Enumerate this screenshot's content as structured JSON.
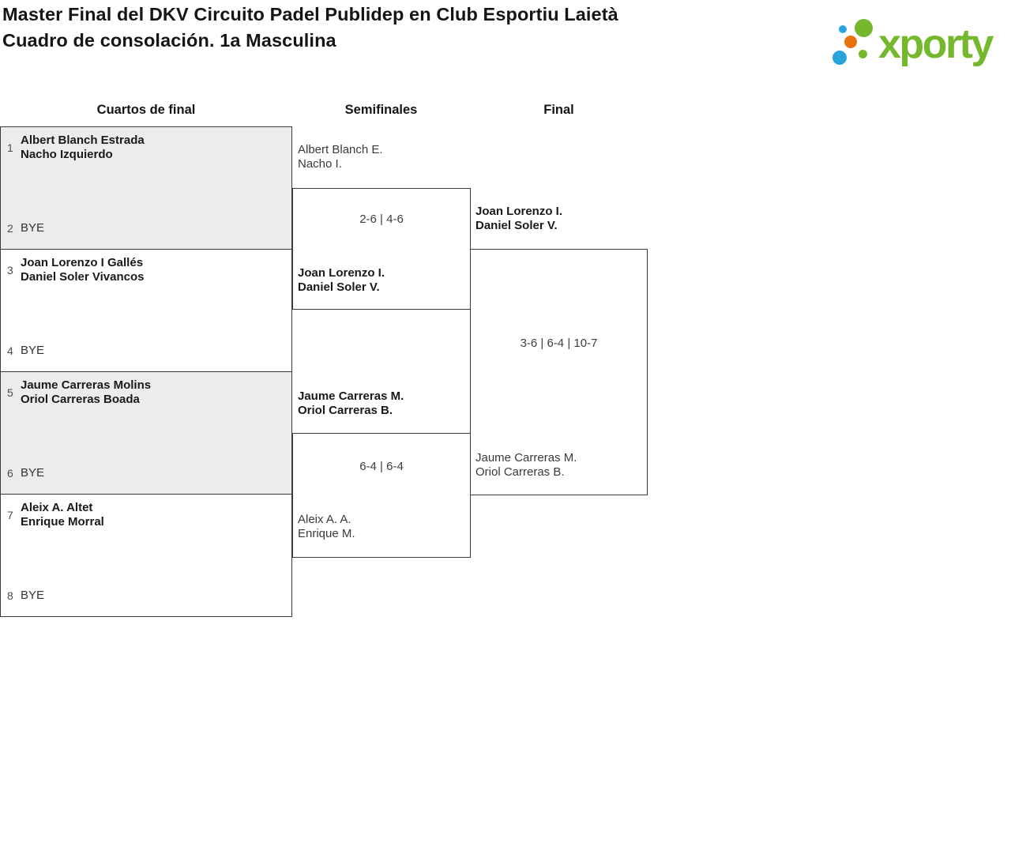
{
  "header": {
    "title": "Master Final del DKV Circuito Padel Publidep en Club Esportiu Laietà",
    "subtitle": "Cuadro de consolación. 1a Masculina"
  },
  "logo": {
    "text": "xporty",
    "green": "#76b82d",
    "blue": "#29a3dc",
    "orange": "#e8720c"
  },
  "bracket": {
    "round_labels": {
      "quarterfinals": "Cuartos de final",
      "semifinals": "Semifinales",
      "final": "Final"
    },
    "quarterfinals": [
      {
        "seed_top": "1",
        "team_top": {
          "line1": "Albert Blanch Estrada",
          "line2": "Nacho Izquierdo"
        },
        "top_winner": true,
        "seed_bottom": "2",
        "team_bottom": "BYE"
      },
      {
        "seed_top": "3",
        "team_top": {
          "line1": "Joan Lorenzo I Gallés",
          "line2": "Daniel Soler Vivancos"
        },
        "top_winner": true,
        "seed_bottom": "4",
        "team_bottom": "BYE"
      },
      {
        "seed_top": "5",
        "team_top": {
          "line1": "Jaume Carreras Molins",
          "line2": "Oriol Carreras Boada"
        },
        "top_winner": true,
        "seed_bottom": "6",
        "team_bottom": "BYE"
      },
      {
        "seed_top": "7",
        "team_top": {
          "line1": "Aleix A. Altet",
          "line2": "Enrique Morral"
        },
        "top_winner": true,
        "seed_bottom": "8",
        "team_bottom": "BYE"
      }
    ],
    "semifinals": [
      {
        "team_top": {
          "line1": "Albert Blanch E.",
          "line2": "Nacho I."
        },
        "top_winner": false,
        "score": "2-6 | 4-6",
        "team_bottom": {
          "line1": "Joan Lorenzo I.",
          "line2": "Daniel Soler V."
        },
        "bottom_winner": true
      },
      {
        "team_top": {
          "line1": "Jaume Carreras M.",
          "line2": "Oriol Carreras B."
        },
        "top_winner": true,
        "score": "6-4 | 6-4",
        "team_bottom": {
          "line1": "Aleix A. A.",
          "line2": "Enrique M."
        },
        "bottom_winner": false
      }
    ],
    "final": {
      "team_top": {
        "line1": "Joan Lorenzo I.",
        "line2": "Daniel Soler V."
      },
      "top_winner": true,
      "score": "3-6 | 6-4 | 10-7",
      "team_bottom": {
        "line1": "Jaume Carreras M.",
        "line2": "Oriol Carreras B."
      },
      "bottom_winner": false
    }
  }
}
